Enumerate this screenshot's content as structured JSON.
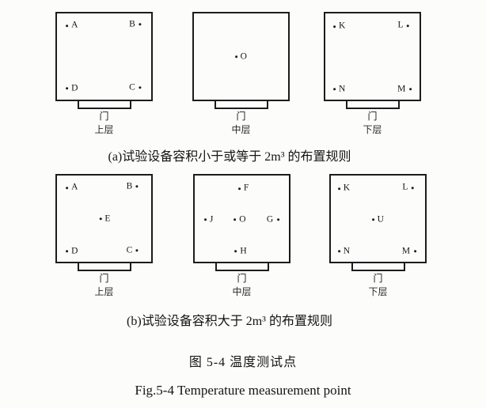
{
  "figure": {
    "door_label": "门",
    "captions": {
      "a": "(a)试验设备容积小于或等于 2m³ 的布置规则",
      "b": "(b)试验设备容积大于 2m³ 的布置规则"
    },
    "title_zh": "图 5-4 温度测试点",
    "title_en": "Fig.5-4 Temperature measurement point"
  },
  "rows": [
    {
      "id": "a",
      "panels": [
        {
          "layer_label": "上层",
          "points": [
            {
              "label": "A",
              "dot": "before",
              "x": 16,
              "y": 14
            },
            {
              "label": "B",
              "dot": "after",
              "x": 83,
              "y": 13
            },
            {
              "label": "D",
              "dot": "before",
              "x": 16,
              "y": 87
            },
            {
              "label": "C",
              "dot": "after",
              "x": 83,
              "y": 86
            }
          ]
        },
        {
          "layer_label": "中层",
          "points": [
            {
              "label": "O",
              "dot": "before",
              "x": 50,
              "y": 50
            }
          ]
        },
        {
          "layer_label": "下层",
          "points": [
            {
              "label": "K",
              "dot": "before",
              "x": 15,
              "y": 15
            },
            {
              "label": "L",
              "dot": "after",
              "x": 83,
              "y": 14
            },
            {
              "label": "N",
              "dot": "before",
              "x": 15,
              "y": 88
            },
            {
              "label": "M",
              "dot": "after",
              "x": 84,
              "y": 88
            }
          ]
        }
      ]
    },
    {
      "id": "b",
      "panels": [
        {
          "layer_label": "上层",
          "points": [
            {
              "label": "A",
              "dot": "before",
              "x": 16,
              "y": 14
            },
            {
              "label": "B",
              "dot": "after",
              "x": 80,
              "y": 13
            },
            {
              "label": "E",
              "dot": "before",
              "x": 51,
              "y": 50
            },
            {
              "label": "D",
              "dot": "before",
              "x": 16,
              "y": 88
            },
            {
              "label": "C",
              "dot": "after",
              "x": 80,
              "y": 87
            }
          ]
        },
        {
          "layer_label": "中层",
          "points": [
            {
              "label": "F",
              "dot": "before",
              "x": 52,
              "y": 15
            },
            {
              "label": "J",
              "dot": "before",
              "x": 15,
              "y": 51
            },
            {
              "label": "O",
              "dot": "before",
              "x": 48,
              "y": 51
            },
            {
              "label": "G",
              "dot": "after",
              "x": 83,
              "y": 51
            },
            {
              "label": "H",
              "dot": "before",
              "x": 49,
              "y": 88
            }
          ]
        },
        {
          "layer_label": "下层",
          "points": [
            {
              "label": "K",
              "dot": "before",
              "x": 14,
              "y": 15
            },
            {
              "label": "L",
              "dot": "after",
              "x": 82,
              "y": 14
            },
            {
              "label": "U",
              "dot": "before",
              "x": 50,
              "y": 51
            },
            {
              "label": "N",
              "dot": "before",
              "x": 14,
              "y": 88
            },
            {
              "label": "M",
              "dot": "after",
              "x": 83,
              "y": 88
            }
          ]
        }
      ]
    }
  ]
}
